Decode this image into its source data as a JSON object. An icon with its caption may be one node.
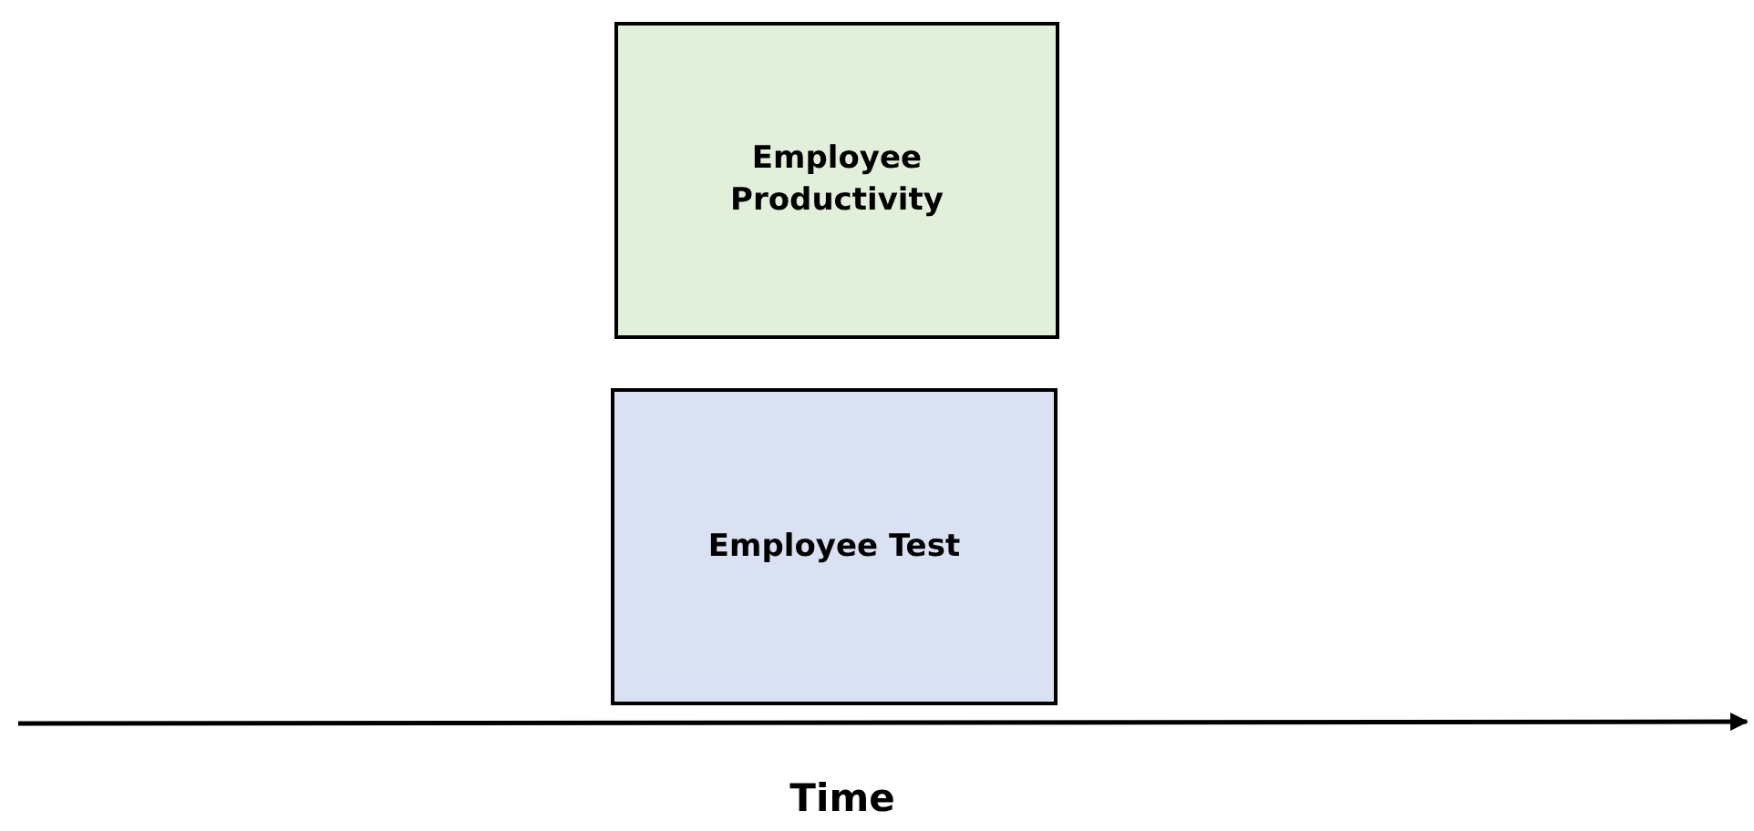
{
  "diagram": {
    "nodes": [
      {
        "text": [
          "Employee Productivity"
        ]
      },
      {
        "text": [
          "Employee Test"
        ]
      }
    ],
    "labels": [
      "Time"
    ]
  }
}
